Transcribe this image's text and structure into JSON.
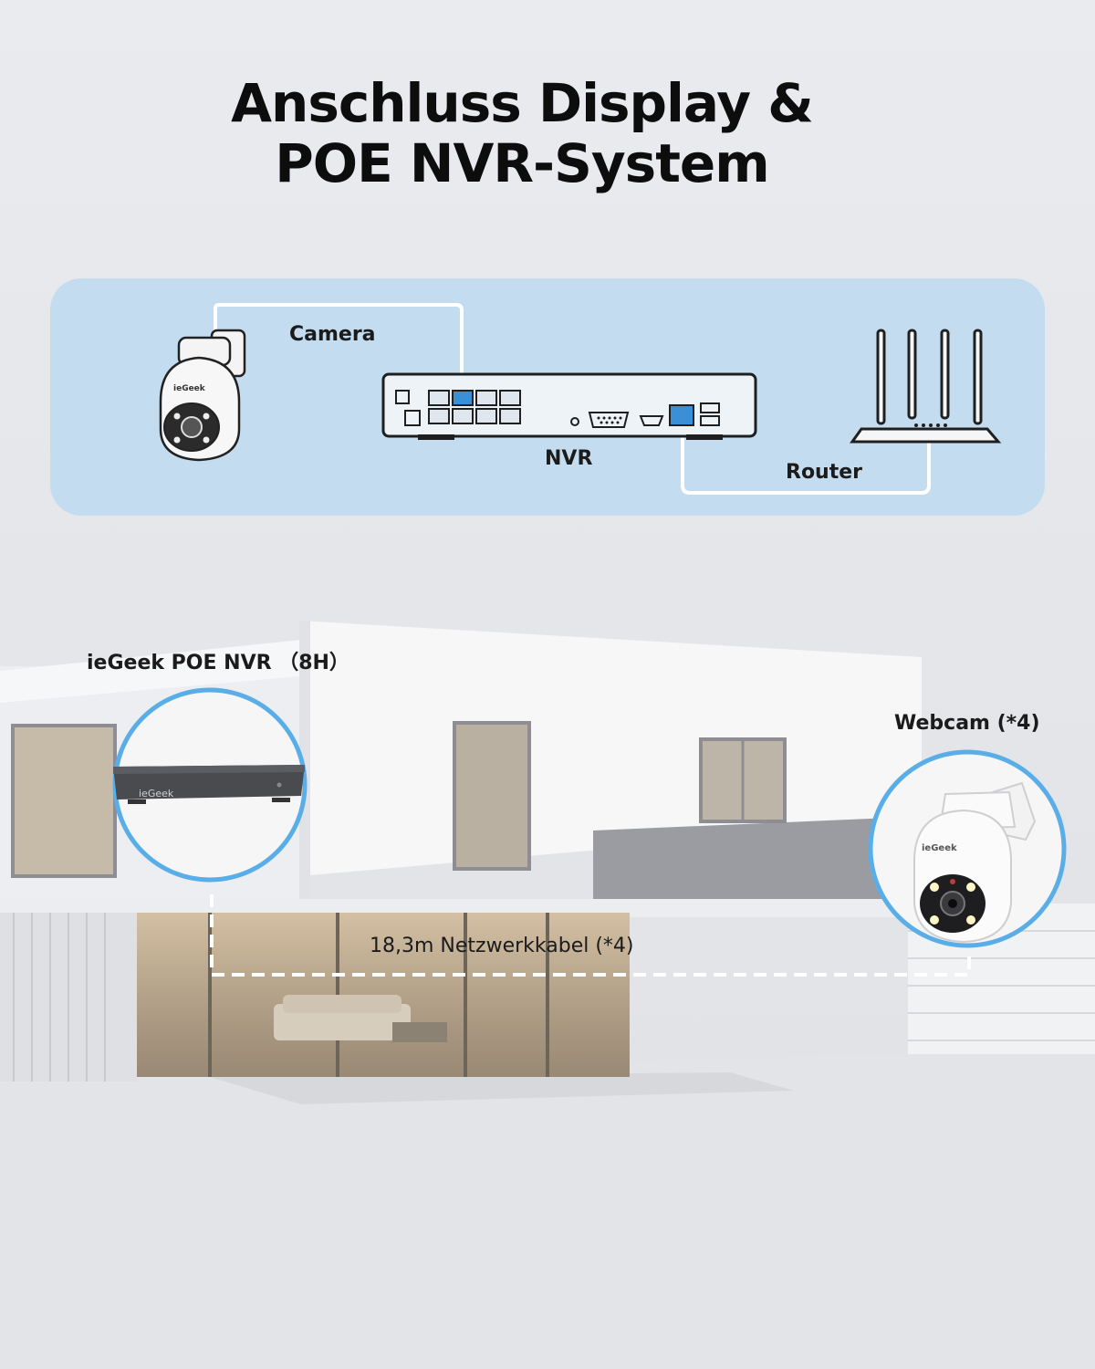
{
  "title": {
    "line1": "Anschluss Display &",
    "line2": "POE NVR-System"
  },
  "diagram": {
    "camera_label": "Camera",
    "nvr_label": "NVR",
    "router_label": "Router",
    "brand_small": "ieGeek"
  },
  "scene": {
    "nvr_callout": "ieGeek POE NVR （8H）",
    "webcam_callout": "Webcam (*4)",
    "cable_label": "18,3m Netzwerkkabel (*4)",
    "brand_nvr": "ieGeek",
    "brand_webcam": "ieGeek"
  },
  "colors": {
    "panel": "#c4dcf0",
    "port_highlight": "#3b8fd6",
    "circle_border": "#5aaee8",
    "cable": "#ffffff"
  }
}
